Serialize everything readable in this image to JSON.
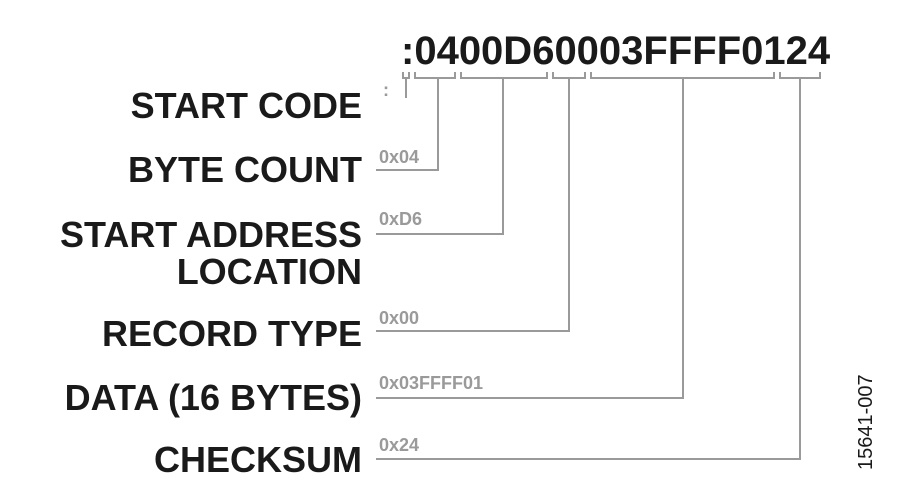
{
  "record": ":0400D60003FFFF0124",
  "fields": [
    {
      "label_lines": [
        "START CODE"
      ],
      "value": ":"
    },
    {
      "label_lines": [
        "BYTE COUNT"
      ],
      "value": "0x04"
    },
    {
      "label_lines": [
        "START ADDRESS",
        "LOCATION"
      ],
      "value": "0xD6"
    },
    {
      "label_lines": [
        "RECORD TYPE"
      ],
      "value": "0x00"
    },
    {
      "label_lines": [
        "DATA (16 BYTES)"
      ],
      "value": "0x03FFFF01"
    },
    {
      "label_lines": [
        "CHECKSUM"
      ],
      "value": "0x24"
    }
  ],
  "figure_id": "15641-007",
  "colors": {
    "text": "#1a1a1a",
    "leader": "#9a9a9a"
  }
}
